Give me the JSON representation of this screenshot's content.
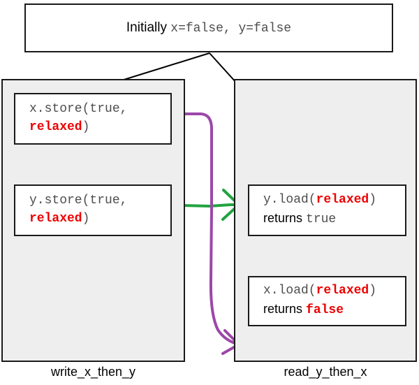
{
  "diagram": {
    "title_box": {
      "prefix": "Initially ",
      "code": "x=false, y=false"
    },
    "threads": [
      {
        "name": "write_x_then_y",
        "label": "write_x_then_y",
        "operations": [
          {
            "id": "x-store",
            "line1_code": "x.store(true,",
            "line2_keyword": "relaxed",
            "line2_suffix": ")"
          },
          {
            "id": "y-store",
            "line1_code": "y.store(true,",
            "line2_keyword": "relaxed",
            "line2_suffix": ")"
          }
        ]
      },
      {
        "name": "read_y_then_x",
        "label": "read_y_then_x",
        "operations": [
          {
            "id": "y-load",
            "call_prefix": "y.load(",
            "call_keyword": "relaxed",
            "call_suffix": ")",
            "result_prefix": "returns ",
            "result_value": "true",
            "result_value_highlight": false
          },
          {
            "id": "x-load",
            "call_prefix": "x.load(",
            "call_keyword": "relaxed",
            "call_suffix": ")",
            "result_prefix": "returns ",
            "result_value": "false",
            "result_value_highlight": true
          }
        ]
      }
    ],
    "arrows": [
      {
        "name": "init-to-x-store",
        "color": "#000000",
        "kind": "black-straight"
      },
      {
        "name": "init-to-y-load",
        "color": "#000000",
        "kind": "black-straight"
      },
      {
        "name": "x-store-to-y-store",
        "color": "#000000",
        "kind": "black-straight"
      },
      {
        "name": "y-load-to-x-load",
        "color": "#000000",
        "kind": "black-straight"
      },
      {
        "name": "y-store-to-y-load",
        "color": "#22a33f",
        "kind": "green-sync"
      },
      {
        "name": "x-store-to-read-thread",
        "color": "#9c47a8",
        "kind": "purple-curve"
      }
    ],
    "colors": {
      "panel_background": "#eeeeee",
      "box_background": "#ffffff",
      "border": "#1a1a1a",
      "code_text": "#4d4d4d",
      "keyword_red": "#ee0000",
      "arrow_green": "#22a33f",
      "arrow_purple": "#9c47a8"
    }
  }
}
